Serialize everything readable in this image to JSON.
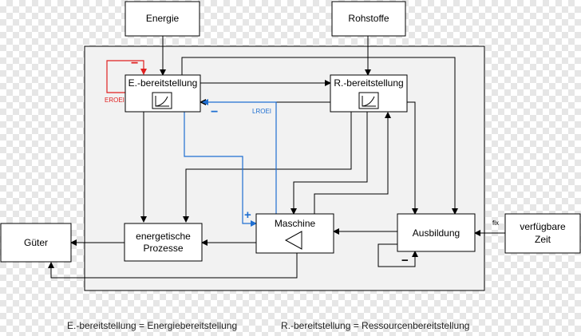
{
  "nodes": {
    "energie": "Energie",
    "rohstoffe": "Rohstoffe",
    "e_bereit": "E.-bereitstellung",
    "r_bereit": "R.-bereitstellung",
    "gueter": "Güter",
    "energetische_line1": "energetische",
    "energetische_line2": "Prozesse",
    "maschine": "Maschine",
    "ausbildung": "Ausbildung",
    "verfuegbare_line1": "verfügbare",
    "verfuegbare_line2": "Zeit"
  },
  "labels": {
    "eroei": "EROEI",
    "lroei": "LROEI",
    "fix": "fix",
    "minus": "−",
    "plus": "+"
  },
  "legend": {
    "e_def": "E.-bereitstellung = Energiebereitstellung",
    "r_def": "R.-bereitstellung = Ressourcenbereitstellung"
  },
  "colors": {
    "blue_path": "#1f6fd1",
    "red_path": "#e02020",
    "panel": "#f2f2f2"
  }
}
